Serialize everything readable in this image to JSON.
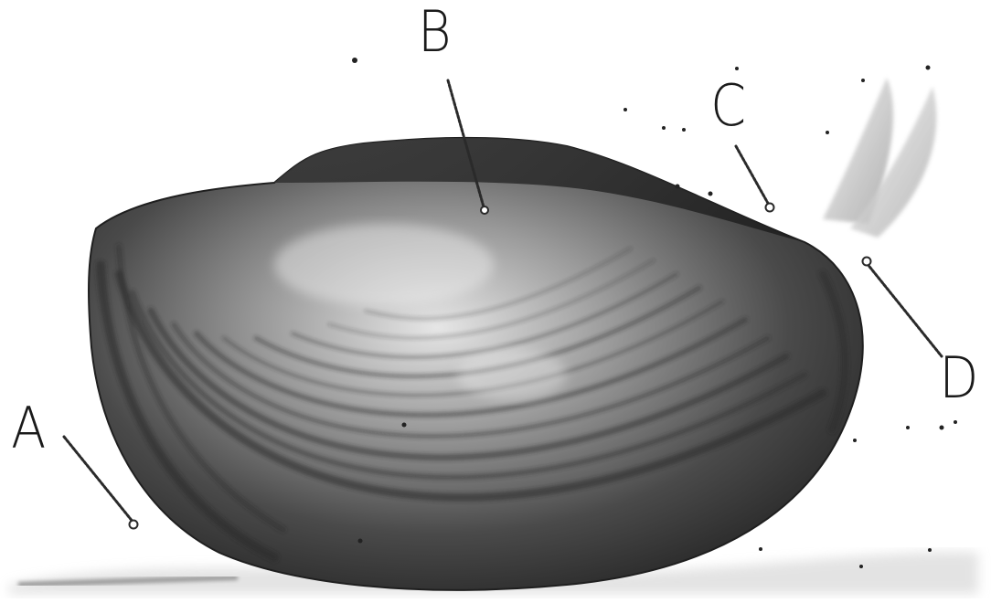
{
  "labels": {
    "a": "A",
    "b": "B",
    "c": "C",
    "d": "D"
  },
  "colors": {
    "ink": "#1a1a1a",
    "shell_dark": "#2e2e2e",
    "shell_mid": "#6b6b6b",
    "shell_light": "#c9c9c9",
    "background": "#ffffff"
  }
}
